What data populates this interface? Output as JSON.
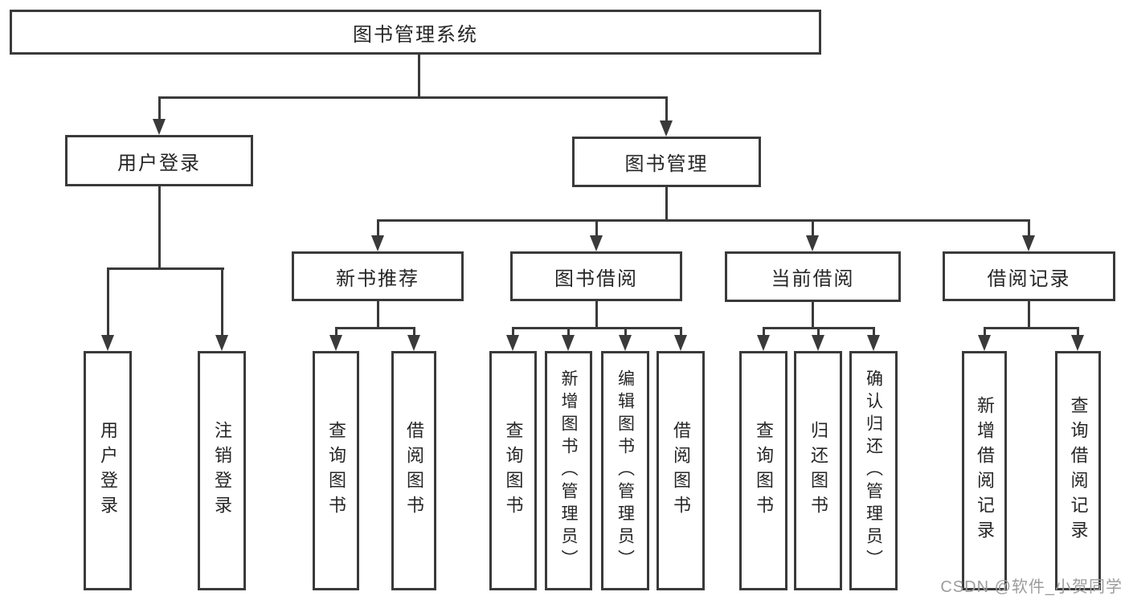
{
  "diagram": {
    "root": {
      "label": "图书管理系统"
    },
    "level2": {
      "user_login": {
        "label": "用户登录"
      },
      "book_mgmt": {
        "label": "图书管理"
      }
    },
    "level3": {
      "new_book_rec": {
        "label": "新书推荐"
      },
      "book_borrow": {
        "label": "图书借阅"
      },
      "current_borrow": {
        "label": "当前借阅"
      },
      "borrow_record": {
        "label": "借阅记录"
      }
    },
    "leaves": {
      "user_login": [
        "用户登录",
        "注销登录"
      ],
      "new_book_rec": [
        "查询图书",
        "借阅图书"
      ],
      "book_borrow": [
        "查询图书",
        "新增图书（管理员）",
        "编辑图书（管理员）",
        "借阅图书"
      ],
      "current_borrow": [
        "查询图书",
        "归还图书",
        "确认归还（管理员）"
      ],
      "borrow_record": [
        "新增借阅记录",
        "查询借阅记录"
      ]
    }
  },
  "watermark": {
    "text": "CSDN @软件_小贺同学"
  },
  "colors": {
    "line": "#3a3a3a",
    "text": "#262626",
    "background": "#ffffff",
    "watermark": "#9c9c9c"
  }
}
